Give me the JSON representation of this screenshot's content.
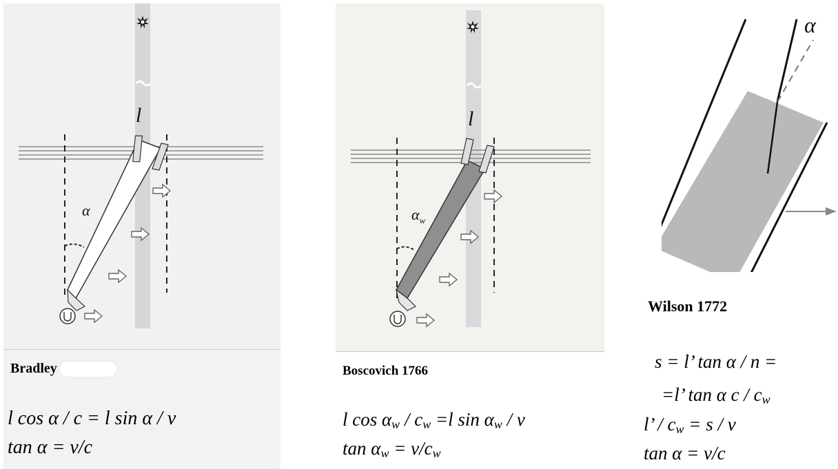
{
  "bradley": {
    "title": "Bradley",
    "label_l": "l",
    "label_alpha": "α",
    "formula1": "l cos α / c  =  l sin α / v",
    "formula2": "tan α = v/c"
  },
  "boscovich": {
    "title": "Boscovich  1766",
    "label_l": "l",
    "label_alpha": "α",
    "label_alpha_sub": "w",
    "formula1": "l cos α",
    "formula1_sub1": "w",
    "formula1_mid": " / c",
    "formula1_sub2": "w",
    "formula1_mid2": " =l sin α",
    "formula1_sub3": "w",
    "formula1_end": " / v",
    "formula2": "tan α",
    "formula2_sub1": "w",
    "formula2_mid": " = v/c",
    "formula2_sub2": "w"
  },
  "wilson": {
    "title": "Wilson  1772",
    "label_alpha": "α",
    "formula1": "s = l’  tan  α  / n =",
    "formula2": "=l’ tan α  c / c",
    "formula2_sub": "w",
    "formula3": "l’  /  c",
    "formula3_sub": "w",
    "formula3_end": "  =  s / v",
    "formula4": "tan α = v/c"
  },
  "icons": [
    "star-icon",
    "telescope-tube",
    "eyepiece-icon",
    "motion-arrow-icon"
  ],
  "colors": {
    "water_fill": "#8f8f8f",
    "beam": "#d6d8da",
    "water_wilson": "#b9b9b9"
  }
}
